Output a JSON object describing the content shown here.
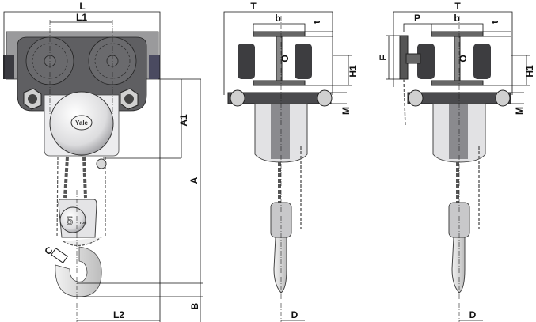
{
  "front_view": {
    "dims": {
      "L": "L",
      "L1": "L1",
      "A1": "A1",
      "A": "A",
      "B": "B",
      "L2": "L2",
      "C": "C"
    },
    "logo_text": "Yale",
    "capacity_number": "5",
    "capacity_unit": "TON"
  },
  "side_view_plain": {
    "dims": {
      "T": "T",
      "b": "b",
      "t": "t",
      "O": "O",
      "H1": "H1",
      "M": "M",
      "D": "D"
    }
  },
  "side_view_geared": {
    "dims": {
      "T": "T",
      "P": "P",
      "b": "b",
      "t": "t",
      "F": "F",
      "O": "O",
      "H1": "H1",
      "M": "M",
      "D": "D"
    }
  },
  "colors": {
    "dark_steel": "#5f5f62",
    "light_steel": "#c9c9cb",
    "body": "#e6e6e8"
  }
}
